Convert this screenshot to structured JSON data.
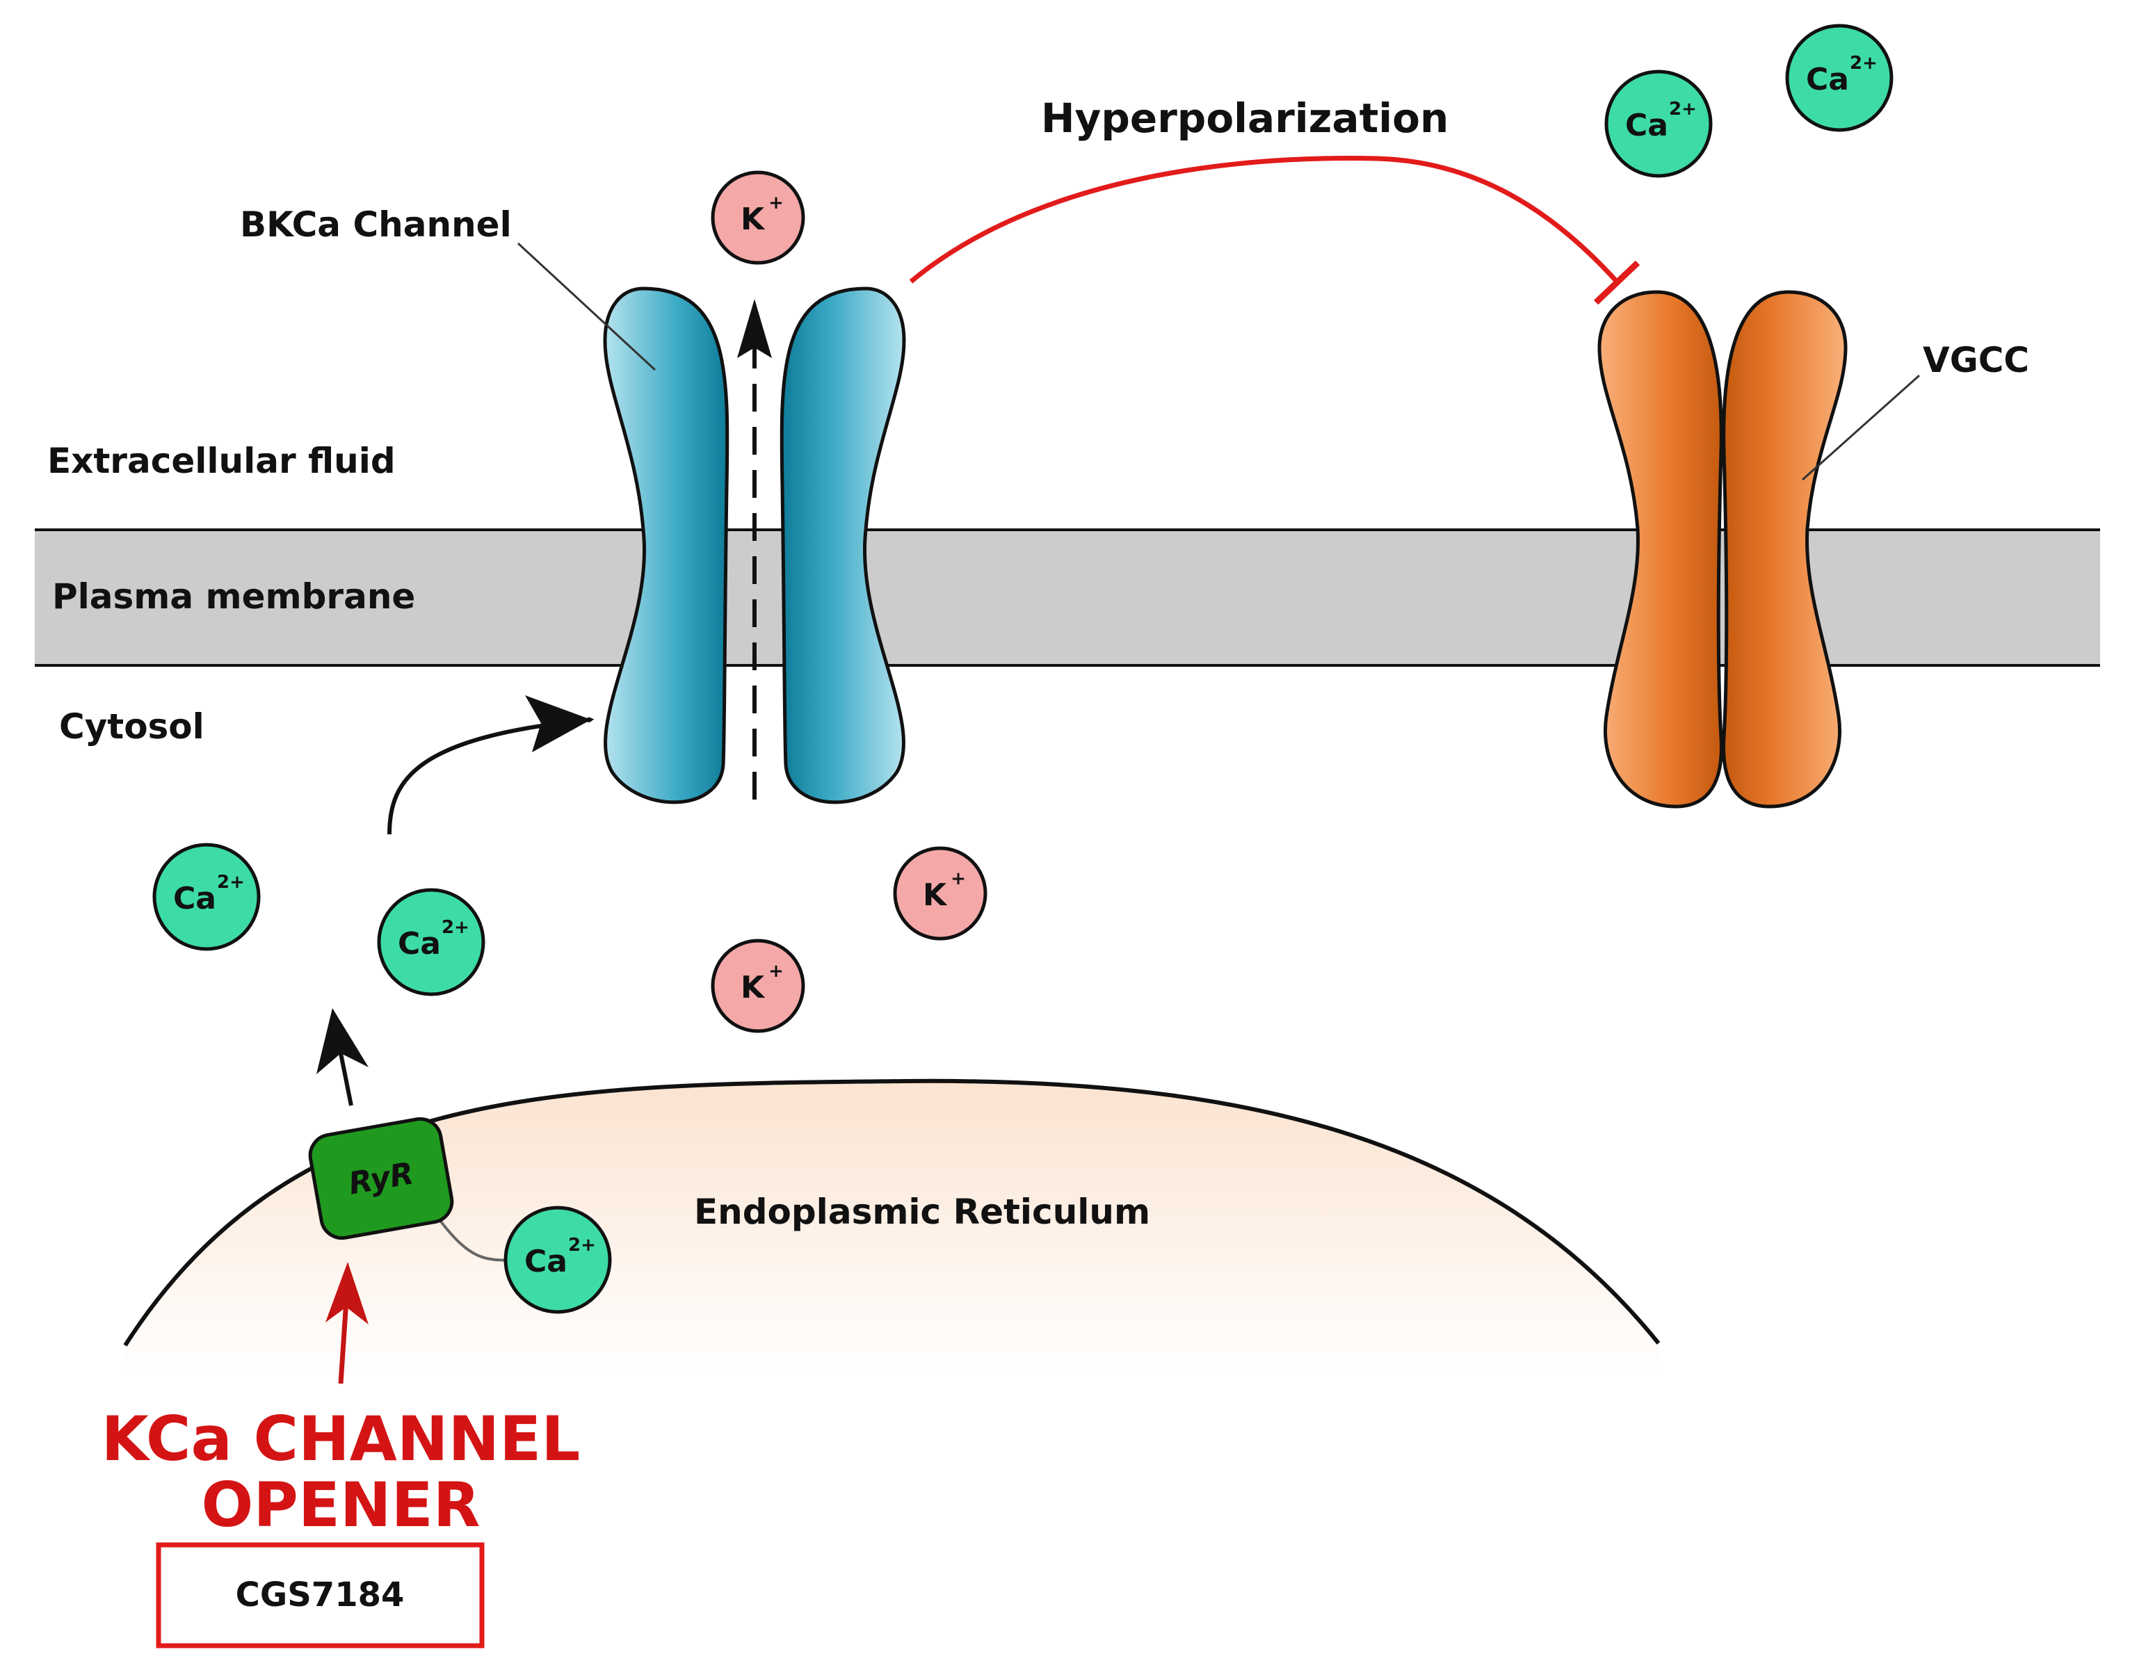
{
  "labels": {
    "bkca": "BKCa Channel",
    "vgcc": "VGCC",
    "extracellular": "Extracellular fluid",
    "membrane": "Plasma membrane",
    "cytosol": "Cytosol",
    "hyperpolarization": "Hyperpolarization",
    "er": "Endoplasmic Reticulum",
    "ryr": "RyR",
    "opener_line1": "KCa CHANNEL",
    "opener_line2": "OPENER",
    "drug": "CGS7184"
  },
  "ions": {
    "potassium": {
      "symbol": "K",
      "charge": "+"
    },
    "calcium": {
      "symbol": "Ca",
      "charge": "2+"
    }
  },
  "colors": {
    "bkca_channel": "#1a8fab",
    "vgcc_channel": "#e6701e",
    "membrane": "#cccccc",
    "er_fill": "#fdeee2",
    "potassium_ion": "#f4a8a8",
    "calcium_ion": "#3ddca5",
    "ryr": "#1f9a1f",
    "inhibition": "#e21b1b",
    "opener": "#d41414"
  }
}
